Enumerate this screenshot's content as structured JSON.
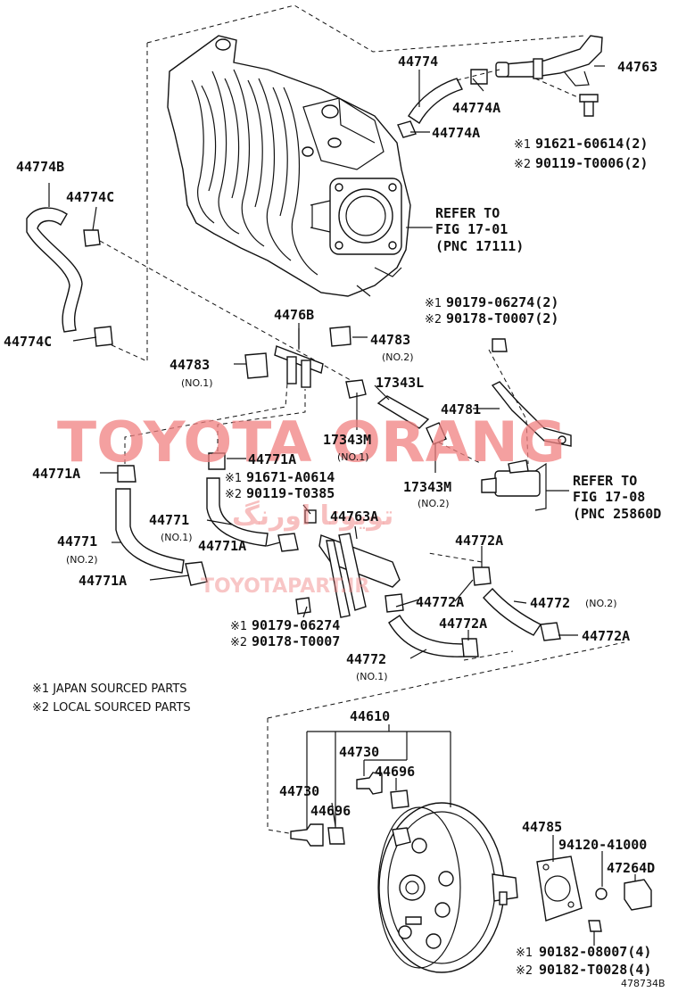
{
  "figure_id": "478734B",
  "callouts": {
    "p44774": "44774",
    "p44774A_1": "44774A",
    "p44774A_2": "44774A",
    "p44763": "44763",
    "bolt_j": "91621-60614(2)",
    "bolt_l": "90119-T0006(2)",
    "p44774B": "44774B",
    "p44774C_1": "44774C",
    "p44774C_2": "44774C",
    "ref1_a": "REFER TO",
    "ref1_b": "FIG 17-01",
    "ref1_c": "(PNC 17111)",
    "nut_j": "90179-06274(2)",
    "nut_l": "90178-T0007(2)",
    "p4476B": "4476B",
    "p44783_1": "44783",
    "p44783_1_sub": "(NO.1)",
    "p44783_2": "44783",
    "p44783_2_sub": "(NO.2)",
    "p17343L": "17343L",
    "p44781": "44781",
    "p17343M_1": "17343M",
    "p17343M_1_sub": "(NO.1)",
    "p17343M_2": "17343M",
    "p17343M_2_sub": "(NO.2)",
    "p44771A_1": "44771A",
    "p44771A_2": "44771A",
    "p44771A_3": "44771A",
    "p44771A_4": "44771A",
    "screw_j": "91671-A0614",
    "screw_l": "90119-T0385",
    "ref2_a": "REFER TO",
    "ref2_b": "FIG 17-08",
    "ref2_c": "(PNC 25860D",
    "p44771_1": "44771",
    "p44771_1_sub": "(NO.1)",
    "p44763A": "44763A",
    "p44771_2": "44771",
    "p44771_2_sub": "(NO.2)",
    "p44772A_1": "44772A",
    "p44772A_2": "44772A",
    "p44772A_3": "44772A",
    "p44772A_4": "44772A",
    "p44772_2": "44772",
    "p44772_2_sub": "(NO.2)",
    "nut2_j": "90179-06274",
    "nut2_l": "90178-T0007",
    "p44772_1": "44772",
    "p44772_1_sub": "(NO.1)",
    "p44610": "44610",
    "p44730_1": "44730",
    "p44730_2": "44730",
    "p44696_1": "44696",
    "p44696_2": "44696",
    "p44785": "44785",
    "p94120": "94120-41000",
    "p47264D": "47264D",
    "bolt2_j": "90182-08007(4)",
    "bolt2_l": "90182-T0028(4)"
  },
  "markers": {
    "japan": "※1",
    "local": "※2"
  },
  "legend": {
    "japan": "※1 JAPAN SOURCED PARTS",
    "local": "※2 LOCAL SOURCED PARTS"
  },
  "watermark": {
    "main": "TOYOTA ORANG",
    "persian": "تویوتا اورنگ",
    "site": "TOYOTAPART.IR",
    "color": "#f08080"
  }
}
